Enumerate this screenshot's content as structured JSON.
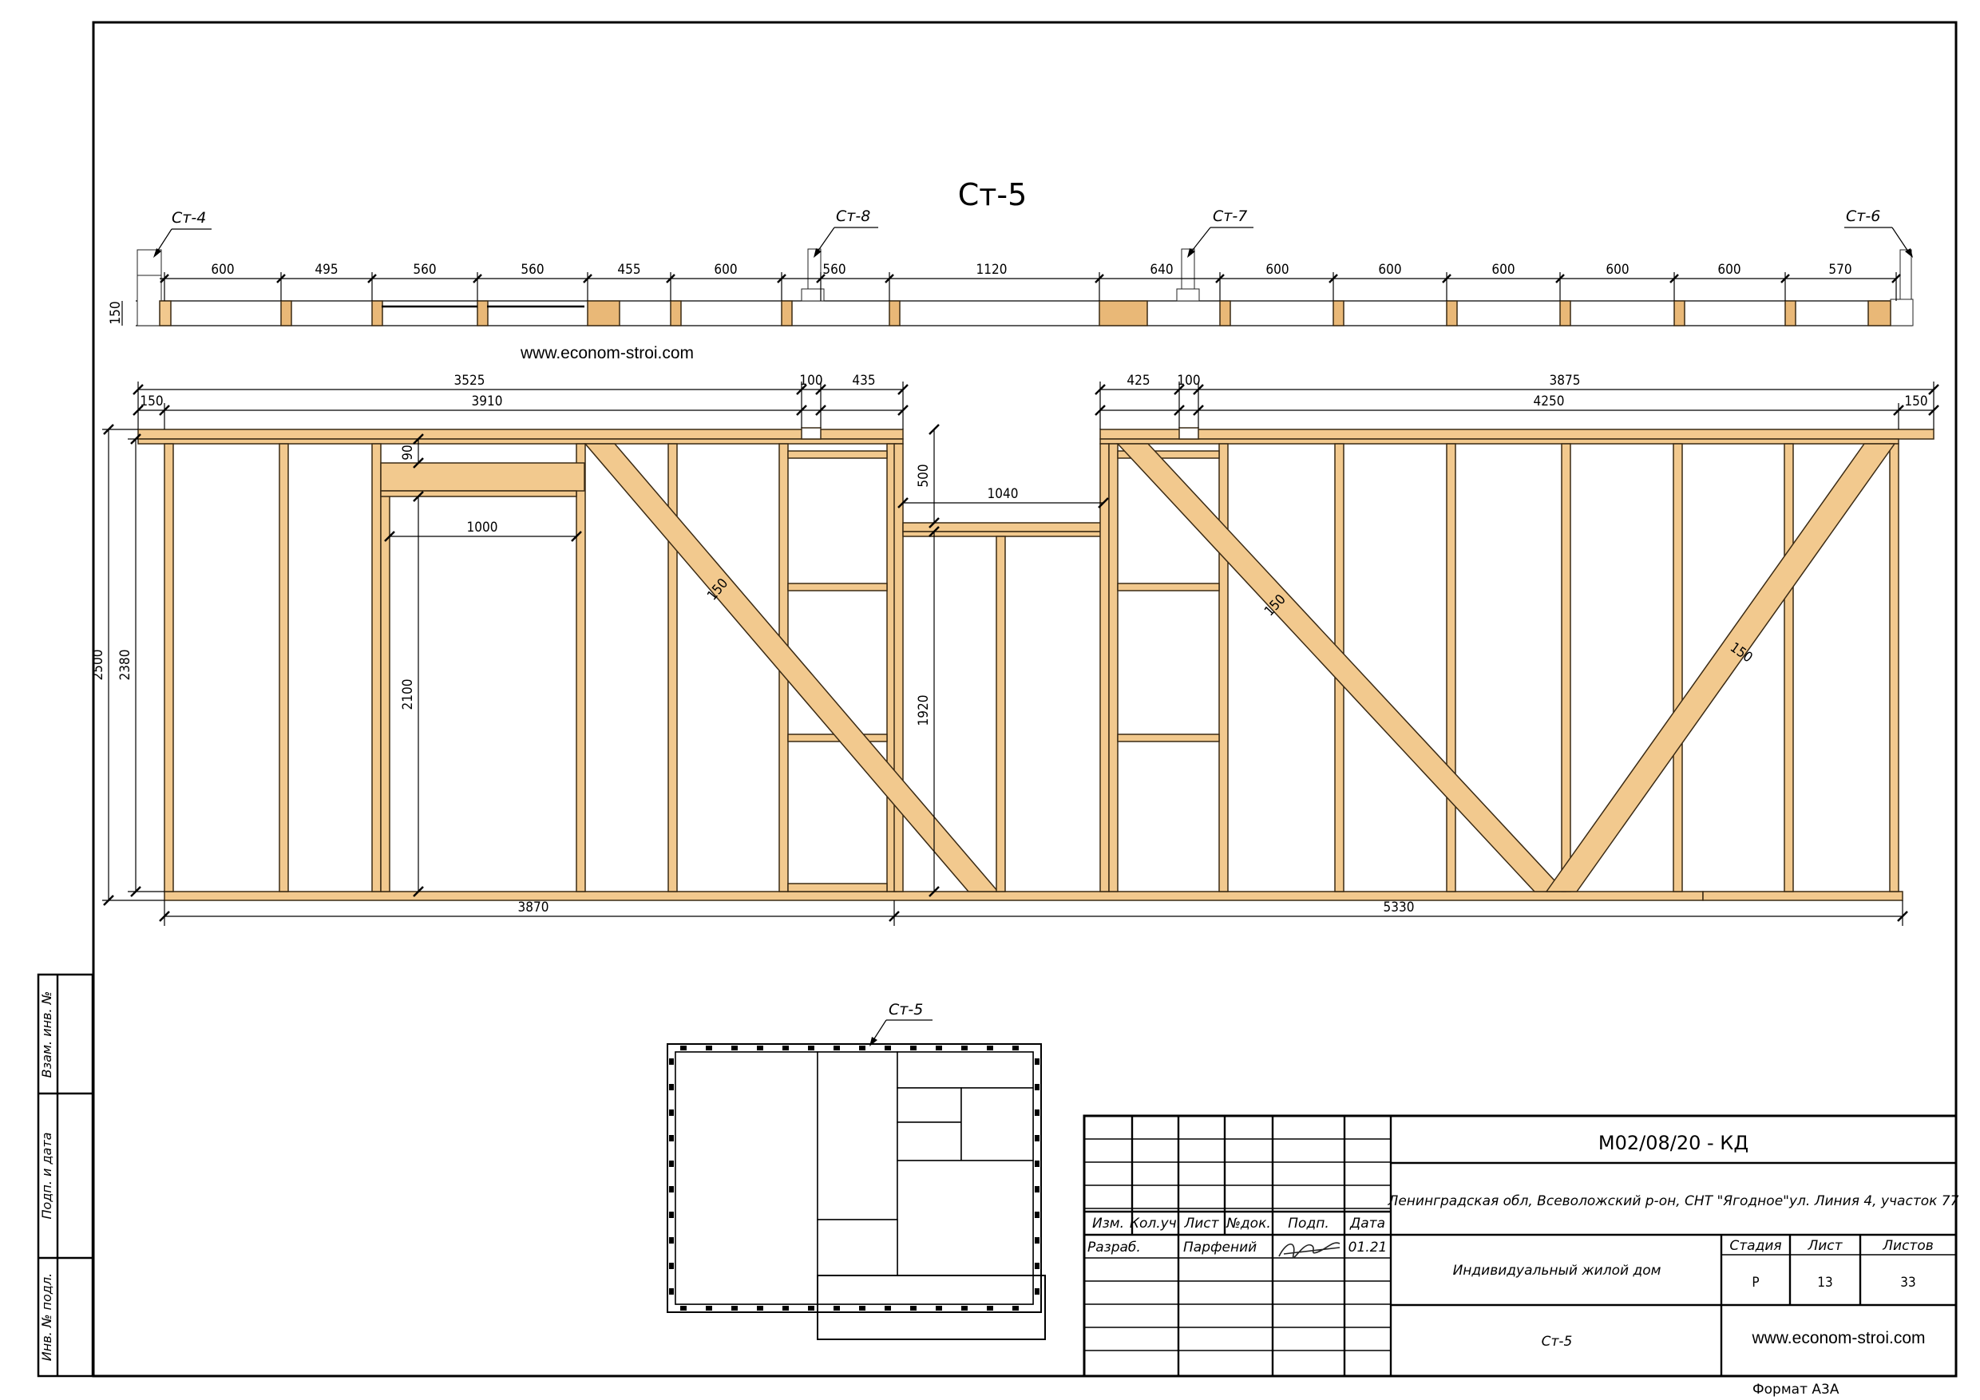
{
  "title": "Ст-5",
  "site_url": "www.econom-stroi.com",
  "plan_strip": {
    "markers": [
      "Ст-4",
      "Ст-8",
      "Ст-7",
      "Ст-6"
    ],
    "height_dim": "150",
    "dims": [
      "600",
      "495",
      "560",
      "560",
      "455",
      "600",
      "560",
      "1120",
      "640",
      "600",
      "600",
      "600",
      "600",
      "600",
      "570"
    ]
  },
  "elevation": {
    "top_dims": {
      "left_total": "3525",
      "inner_3910": "3910",
      "gap_100_left": "100",
      "right_435": "435",
      "edge_150_left": "150",
      "right_425": "425",
      "gap_100_right": "100",
      "right_total": "3875",
      "inner_4250": "4250",
      "edge_150_right": "150"
    },
    "vertical_dims": {
      "outer_2500": "2500",
      "inner_2380": "2380",
      "lintel_90": "90",
      "door_2100": "2100",
      "drop_500": "500",
      "opening_1920": "1920"
    },
    "door_width": "1000",
    "opening_width": "1040",
    "brace_labels": [
      "150",
      "150",
      "150"
    ],
    "bottom_dims": [
      "3870",
      "5330"
    ]
  },
  "key_plan": {
    "marker": "Ст-5"
  },
  "side_stamp": [
    "Взам. инв. №",
    "Подп. и дата",
    "Инв. № подл."
  ],
  "title_block": {
    "code": "М02/08/20 - КД",
    "address": "Ленинградская обл, Всеволожский р-он, СНТ \"Ягодное\"ул. Линия 4, участок 77",
    "headers": [
      "Изм.",
      "Кол.уч.",
      "Лист",
      "№док.",
      "Подп.",
      "Дата"
    ],
    "developer_role": "Разраб.",
    "developer_name": "Парфений",
    "date": "01.21",
    "object_name": "Индивидуальный жилой дом",
    "sheet_name": "Ст-5",
    "stage_label": "Стадия",
    "sheet_label": "Лист",
    "sheets_label": "Листов",
    "stage_value": "Р",
    "sheet_value": "13",
    "sheets_value": "33",
    "website": "www.econom-stroi.com",
    "format": "Формат А3А"
  }
}
